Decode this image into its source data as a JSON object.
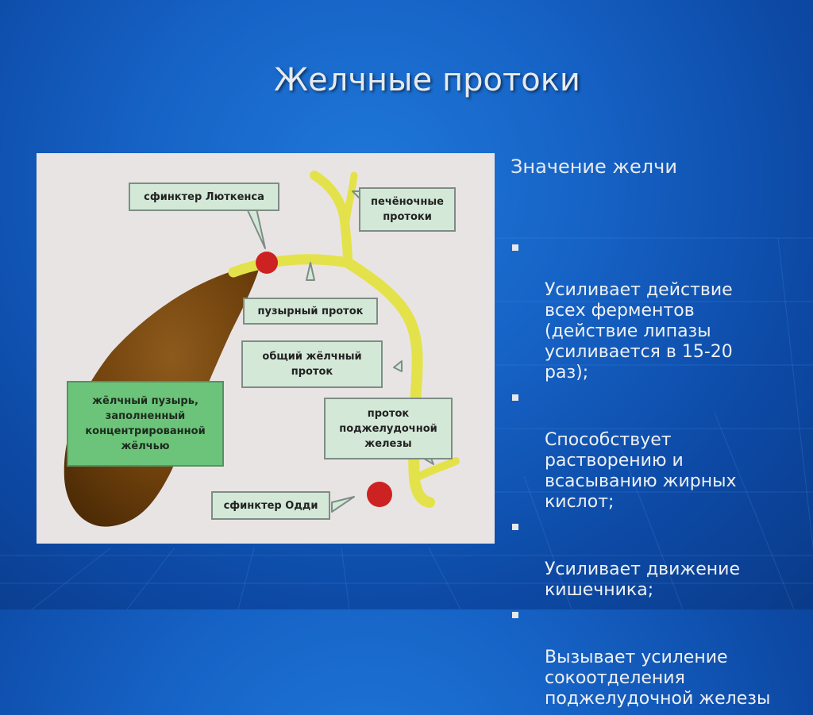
{
  "title": "Желчные протоки",
  "diagram": {
    "labels": {
      "sphincter_lutkens": "сфинктер Люткенса",
      "hepatic_ducts": "печёночные\nпротоки",
      "cystic_duct": "пузырный проток",
      "common_bile_duct": "общий жёлчный\nпроток",
      "gallbladder": "жёлчный пузырь,\nзаполненный\nконцентрированной\nжёлчью",
      "pancreatic_duct": "проток\nподжелудочной\nжелезы",
      "sphincter_oddi": "сфинктер Одди"
    },
    "colors": {
      "panel": "#e9e4e4",
      "duct": "#e4e24a",
      "gallbladder": "#7a4a10",
      "sphincter": "#cc2222",
      "label_box": "#d3e8d7",
      "gallbladder_label": "#6cc47a"
    }
  },
  "text_panel": {
    "subtitle": "Значение желчи",
    "bullets": [
      "Усиливает действие\nвсех ферментов\n(действие липазы\nусиливается в 15-20\nраз);",
      "Способствует\nрастворению и\nвсасыванию жирных\nкислот;",
      "Усиливает движение\nкишечника;",
      "Вызывает усиление\nсокоотделения\nподжелудочной железы"
    ]
  }
}
